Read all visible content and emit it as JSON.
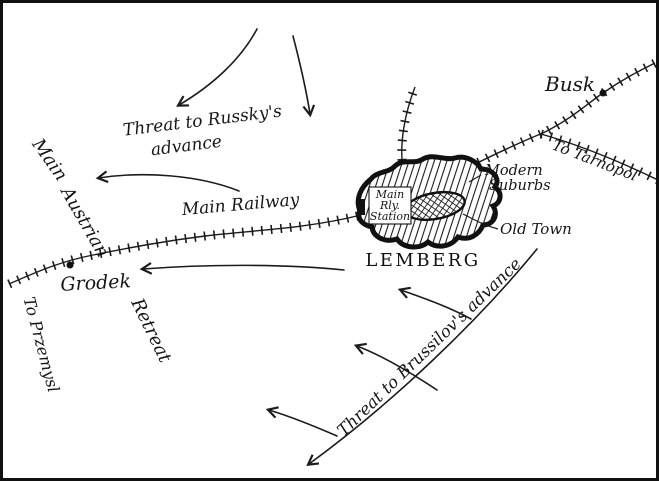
{
  "map": {
    "colors": {
      "ink": "#1b1b1b",
      "paper": "#ffffff"
    },
    "labels": {
      "russky": {
        "line1": "Threat to Russky's",
        "line2": "advance"
      },
      "retreat_path": {
        "word1": "Main",
        "word2": "Austrian",
        "word3": "Retreat"
      },
      "main_railway": "Main Railway",
      "to_przemysl": "To Przemysl",
      "grodek": "Grodek",
      "station": {
        "line1": "Main",
        "line2": "Rly.",
        "line3": "Station"
      },
      "modern_suburbs": {
        "line1": "Modern",
        "line2": "Suburbs"
      },
      "old_town": "Old Town",
      "lemberg": "LEMBERG",
      "busk": "Busk",
      "to_tarnopol": "To Tarnopol",
      "brussilov": "Threat to Brussilov's advance"
    }
  }
}
